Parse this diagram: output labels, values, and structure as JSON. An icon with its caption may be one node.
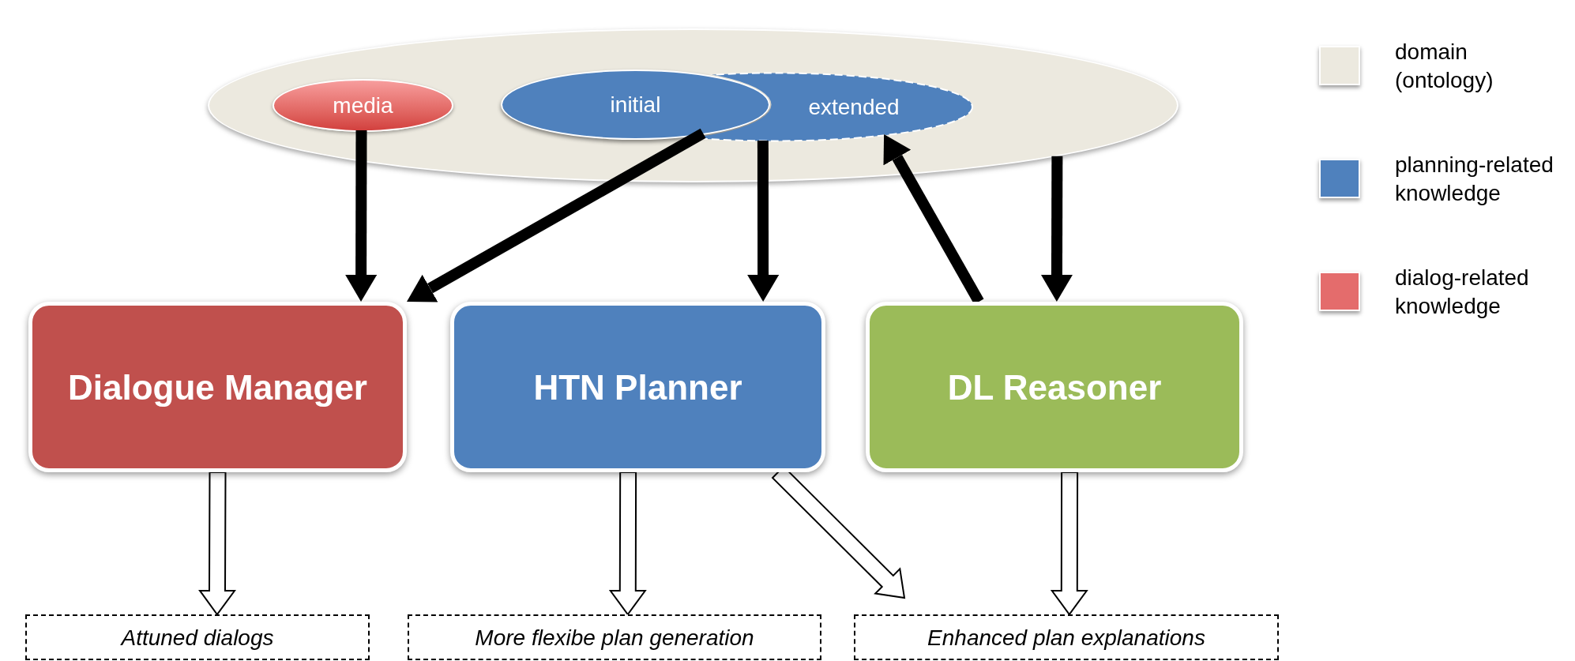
{
  "diagram": {
    "nodes": [
      {
        "text": [],
        "shape": "ellipse"
      },
      {
        "text": [
          "media"
        ],
        "in": 0
      },
      {
        "text": [
          "initial"
        ],
        "in": 0
      },
      {
        "text": [
          "extended"
        ],
        "in": 0
      },
      {
        "text": [
          "Dialogue Manager"
        ]
      },
      {
        "text": [
          "HTN Planner"
        ]
      },
      {
        "text": [
          "DL Reasoner"
        ]
      },
      {
        "text": [
          "Attuned dialogs"
        ]
      },
      {
        "text": [
          "More flexibe plan generation"
        ]
      },
      {
        "text": [
          "Enhanced plan explanations"
        ]
      }
    ],
    "edges": [
      {
        "from": 1,
        "to": 4,
        "arrow": "to"
      },
      {
        "from": 2,
        "to": 4,
        "arrow": "to"
      },
      {
        "from": 3,
        "to": 5,
        "arrow": "to"
      },
      {
        "from": 6,
        "to": 3,
        "arrow": "to"
      },
      {
        "from": 0,
        "to": 6,
        "arrow": "to"
      },
      {
        "from": 4,
        "to": 7,
        "arrow": "to"
      },
      {
        "from": 5,
        "to": 8,
        "arrow": "to"
      },
      {
        "from": 5,
        "to": 9,
        "arrow": "to"
      },
      {
        "from": 6,
        "to": 9,
        "arrow": "to"
      }
    ],
    "legend": [
      {
        "text": "domain (ontology)",
        "color": "#ece9df"
      },
      {
        "text": "planning-related knowledge",
        "color": "#4f81bd"
      },
      {
        "text": "dialog-related knowledge",
        "color": "#e46c6c"
      }
    ]
  }
}
